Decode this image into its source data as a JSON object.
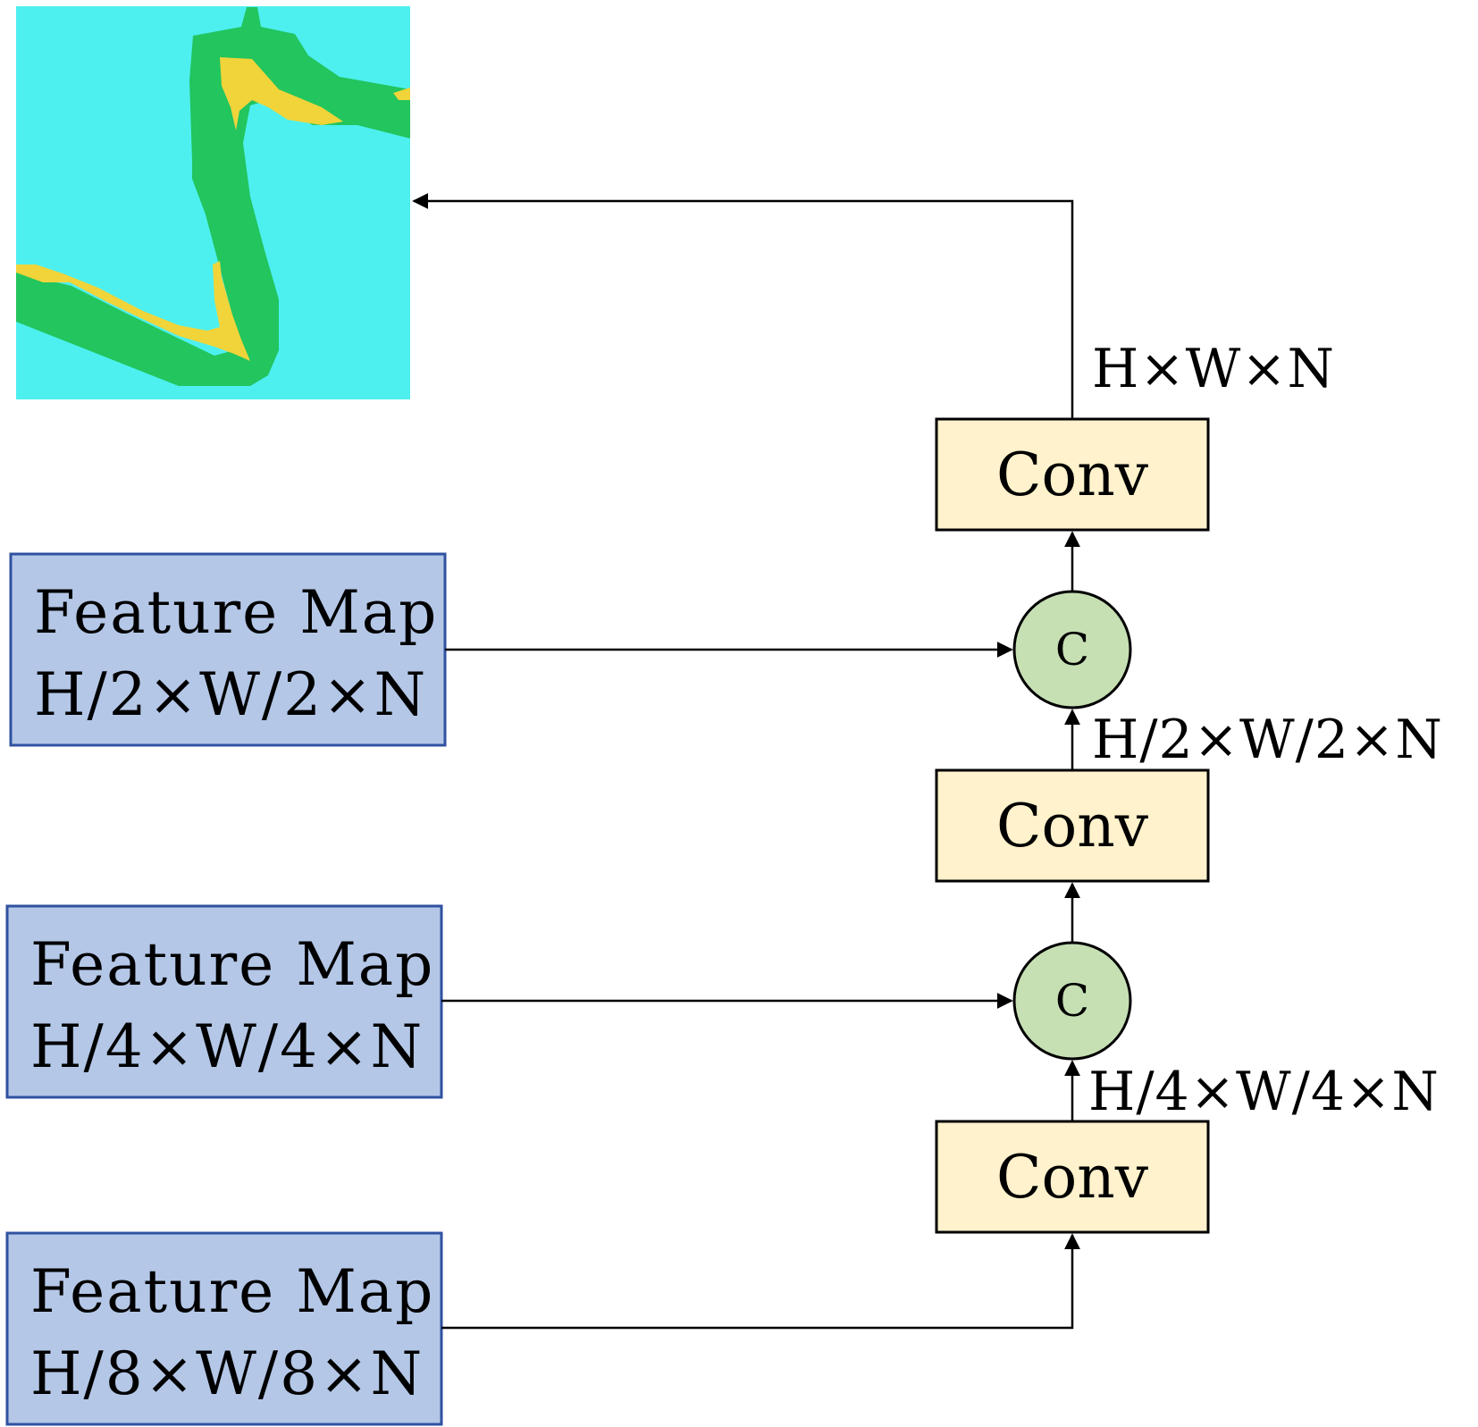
{
  "colors": {
    "feature_map_fill": "#b4c7e7",
    "feature_map_border": "#2f52a0",
    "conv_fill": "#fff2cc",
    "concat_fill": "#c6e0b4",
    "seg_background": "#4df0ef",
    "seg_river": "#22c55e",
    "seg_bank": "#f0d43a"
  },
  "feature_maps": [
    {
      "title": "Feature Map",
      "size": "H/2×W/2×N"
    },
    {
      "title": "Feature Map",
      "size": "H/4×W/4×N"
    },
    {
      "title": "Feature Map",
      "size": "H/8×W/8×N"
    }
  ],
  "conv_blocks": [
    {
      "label": "Conv"
    },
    {
      "label": "Conv"
    },
    {
      "label": "Conv"
    }
  ],
  "concat_nodes": [
    {
      "label": "C"
    },
    {
      "label": "C"
    }
  ],
  "dimension_labels": {
    "output": "H×W×N",
    "mid": "H/2×W/2×N",
    "low": "H/4×W/4×N"
  },
  "output_image": {
    "icon": "segmentation-map-image"
  }
}
